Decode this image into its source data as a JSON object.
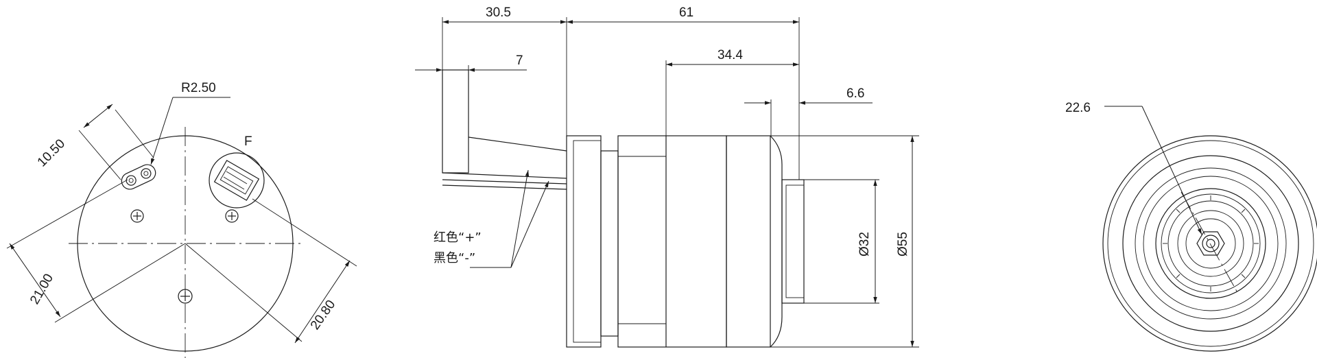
{
  "front_view": {
    "dims": {
      "d_10_50": "10.50",
      "d_r2_50": "R2.50",
      "d_21_00": "21.00",
      "d_20_80": "20.80"
    },
    "connector_label": "F"
  },
  "side_view": {
    "dims": {
      "d_30_5": "30.5",
      "d_61": "61",
      "d_7": "7",
      "d_34_4": "34.4",
      "d_6_6": "6.6",
      "d_dia32": "Ø32",
      "d_dia55": "Ø55"
    },
    "wire_notes": {
      "red_plus": "红色“+”",
      "black_minus": "黑色“-”"
    }
  },
  "rear_view": {
    "dims": {
      "d_22_6": "22.6"
    }
  }
}
